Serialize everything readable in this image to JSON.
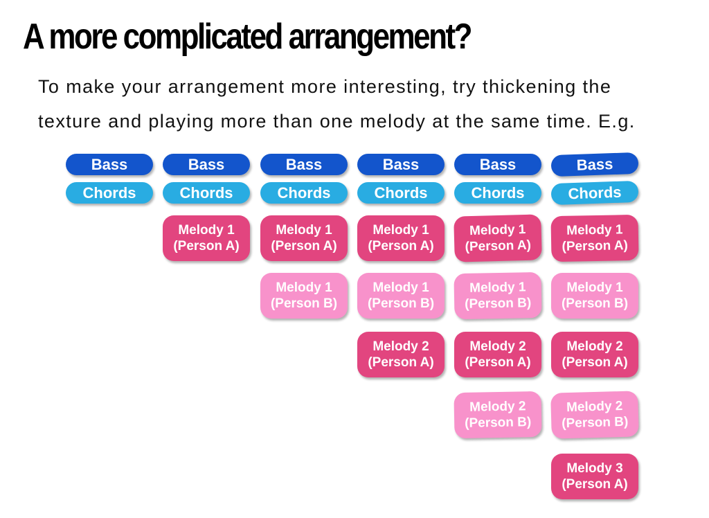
{
  "title": "A more complicated arrangement?",
  "body": {
    "line1": "To make your arrangement more interesting, try thickening the",
    "line2": "texture and playing more than one melody at the same time. E.g."
  },
  "colors": {
    "page_bg": "#FFFFFF",
    "heading_text": "#000000",
    "body_text": "#111111",
    "badge_text": "#FFFFFF",
    "bass_blue": "#1355CC",
    "chords_blue": "#29ACE2",
    "melody_dark_pink": "#E2457F",
    "melody_light_pink": "#F892CB"
  },
  "grid": {
    "columns": [
      {
        "badges": [
          {
            "kind": "bass",
            "lines": [
              "Bass"
            ]
          },
          {
            "kind": "chords",
            "lines": [
              "Chords"
            ]
          }
        ]
      },
      {
        "badges": [
          {
            "kind": "bass",
            "lines": [
              "Bass"
            ]
          },
          {
            "kind": "chords",
            "lines": [
              "Chords"
            ]
          },
          {
            "kind": "melody-dark",
            "lines": [
              "Melody 1",
              "(Person A)"
            ]
          }
        ]
      },
      {
        "badges": [
          {
            "kind": "bass",
            "lines": [
              "Bass"
            ]
          },
          {
            "kind": "chords",
            "lines": [
              "Chords"
            ]
          },
          {
            "kind": "melody-dark",
            "lines": [
              "Melody 1",
              "(Person A)"
            ]
          },
          {
            "kind": "melody-light",
            "lines": [
              "Melody 1",
              "(Person B)"
            ]
          }
        ]
      },
      {
        "badges": [
          {
            "kind": "bass",
            "lines": [
              "Bass"
            ]
          },
          {
            "kind": "chords",
            "lines": [
              "Chords"
            ]
          },
          {
            "kind": "melody-dark",
            "lines": [
              "Melody 1",
              "(Person A)"
            ]
          },
          {
            "kind": "melody-light",
            "lines": [
              "Melody 1",
              "(Person B)"
            ]
          },
          {
            "kind": "melody-dark",
            "lines": [
              "Melody 2",
              "(Person A)"
            ]
          }
        ]
      },
      {
        "badges": [
          {
            "kind": "bass",
            "lines": [
              "Bass"
            ]
          },
          {
            "kind": "chords",
            "lines": [
              "Chords"
            ]
          },
          {
            "kind": "melody-dark",
            "lines": [
              "Melody 1",
              "(Person A)"
            ]
          },
          {
            "kind": "melody-light",
            "lines": [
              "Melody 1",
              "(Person B)"
            ]
          },
          {
            "kind": "melody-dark",
            "lines": [
              "Melody 2",
              "(Person A)"
            ]
          },
          {
            "kind": "melody-light",
            "lines": [
              "Melody 2",
              "(Person B)"
            ]
          }
        ]
      },
      {
        "badges": [
          {
            "kind": "bass",
            "lines": [
              "Bass"
            ]
          },
          {
            "kind": "chords",
            "lines": [
              "Chords"
            ]
          },
          {
            "kind": "melody-dark",
            "lines": [
              "Melody 1",
              "(Person A)"
            ]
          },
          {
            "kind": "melody-light",
            "lines": [
              "Melody 1",
              "(Person B)"
            ]
          },
          {
            "kind": "melody-dark",
            "lines": [
              "Melody 2",
              "(Person A)"
            ]
          },
          {
            "kind": "melody-light",
            "lines": [
              "Melody 2",
              "(Person B)"
            ]
          },
          {
            "kind": "melody-dark",
            "lines": [
              "Melody 3",
              "(Person A)"
            ]
          }
        ]
      }
    ]
  }
}
